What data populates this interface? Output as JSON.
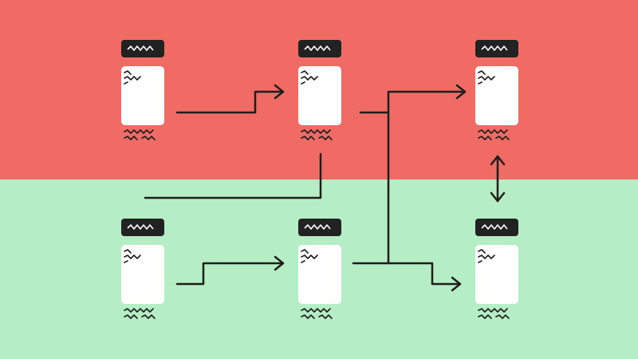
{
  "diagram": {
    "colors": {
      "top_band": "#ef6b63",
      "bottom_band": "#b5edc5",
      "ink": "#1e1e1e",
      "card": "#ffffff"
    },
    "nodes": [
      {
        "id": "top-left",
        "band": "top"
      },
      {
        "id": "top-middle",
        "band": "top"
      },
      {
        "id": "top-right",
        "band": "top"
      },
      {
        "id": "bottom-left",
        "band": "bottom"
      },
      {
        "id": "bottom-middle",
        "band": "bottom"
      },
      {
        "id": "bottom-right",
        "band": "bottom"
      }
    ],
    "connectors": [
      {
        "from": "top-left",
        "to": "top-middle",
        "arrow": "end"
      },
      {
        "from": "top-middle",
        "to": "top-right",
        "arrow": "end"
      },
      {
        "from": "top-middle",
        "to": "bottom-right",
        "arrow": "end"
      },
      {
        "from": "bottom-left",
        "to": "bottom-middle",
        "arrow": "end"
      },
      {
        "from": "bottom-middle",
        "to": "top-right",
        "arrow": "end"
      },
      {
        "from": "top-middle",
        "to": "band-boundary",
        "arrow": "none"
      },
      {
        "from": "top-right",
        "to": "bottom-right",
        "arrow": "both"
      }
    ]
  }
}
